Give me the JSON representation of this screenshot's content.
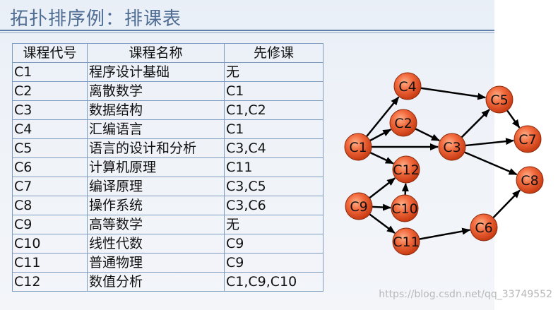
{
  "title": "拓扑排序例：排课表",
  "table": {
    "headers": [
      "课程代号",
      "课程名称",
      "先修课"
    ],
    "rows": [
      [
        "C1",
        "程序设计基础",
        "无"
      ],
      [
        "C2",
        "离散数学",
        "C1"
      ],
      [
        "C3",
        "数据结构",
        "C1,C2"
      ],
      [
        "C4",
        "汇编语言",
        "C1"
      ],
      [
        "C5",
        "语言的设计和分析",
        "C3,C4"
      ],
      [
        "C6",
        "计算机原理",
        "C11"
      ],
      [
        "C7",
        "编译原理",
        "C3,C5"
      ],
      [
        "C8",
        "操作系统",
        "C3,C6"
      ],
      [
        "C9",
        "高等数学",
        "无"
      ],
      [
        "C10",
        "线性代数",
        "C9"
      ],
      [
        "C11",
        "普通物理",
        "C9"
      ],
      [
        "C12",
        "数值分析",
        "C1,C9,C10"
      ]
    ]
  },
  "graph": {
    "nodes": [
      "C1",
      "C2",
      "C3",
      "C4",
      "C5",
      "C6",
      "C7",
      "C8",
      "C9",
      "C10",
      "C11",
      "C12"
    ],
    "edges": [
      [
        "C1",
        "C4"
      ],
      [
        "C1",
        "C2"
      ],
      [
        "C1",
        "C3"
      ],
      [
        "C1",
        "C12"
      ],
      [
        "C2",
        "C3"
      ],
      [
        "C4",
        "C5"
      ],
      [
        "C3",
        "C5"
      ],
      [
        "C3",
        "C7"
      ],
      [
        "C3",
        "C8"
      ],
      [
        "C5",
        "C7"
      ],
      [
        "C9",
        "C12"
      ],
      [
        "C9",
        "C10"
      ],
      [
        "C9",
        "C11"
      ],
      [
        "C10",
        "C12"
      ],
      [
        "C11",
        "C6"
      ],
      [
        "C6",
        "C8"
      ]
    ],
    "node_color": "#e8532a"
  },
  "watermark": "https://blog.csdn.net/qq_33749552"
}
